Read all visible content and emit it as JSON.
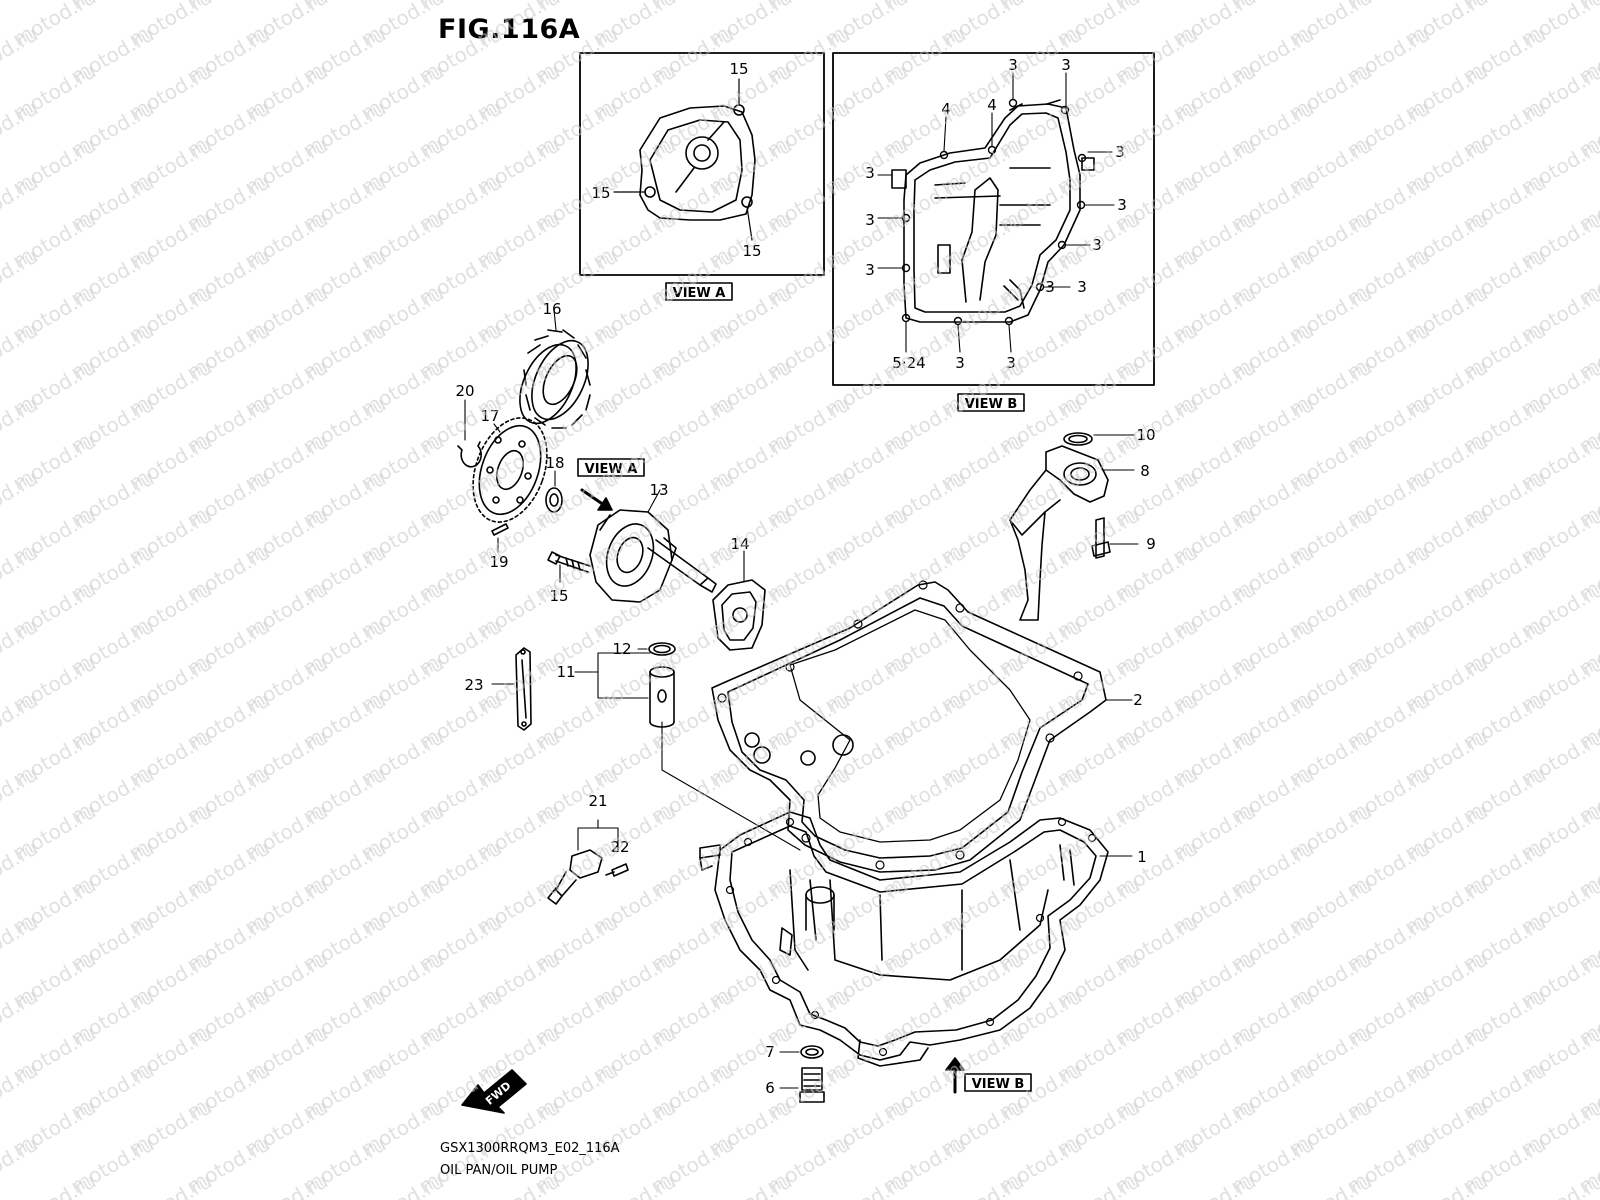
{
  "figure": {
    "title": "FIG.116A",
    "code": "GSX1300RRQM3_E02_116A",
    "subtitle": "OIL PAN/OIL PUMP",
    "watermark": "motod.ru"
  },
  "views": {
    "view_a_label": "VIEW A",
    "view_b_label": "VIEW B"
  },
  "direction": {
    "label": "FWD"
  },
  "view_a_callouts": [
    "15",
    "15",
    "15"
  ],
  "view_b_callouts": [
    "3",
    "3",
    "4",
    "4",
    "3",
    "3",
    "3",
    "3",
    "3",
    "3",
    "3",
    "3",
    "5·24",
    "3",
    "3"
  ],
  "parts": [
    "1",
    "2",
    "6",
    "7",
    "8",
    "9",
    "10",
    "11",
    "12",
    "13",
    "14",
    "15",
    "16",
    "17",
    "18",
    "19",
    "20",
    "21",
    "22",
    "23"
  ],
  "colors": {
    "line": "#000000",
    "watermark": "#c8c8c8",
    "background": "#ffffff"
  }
}
